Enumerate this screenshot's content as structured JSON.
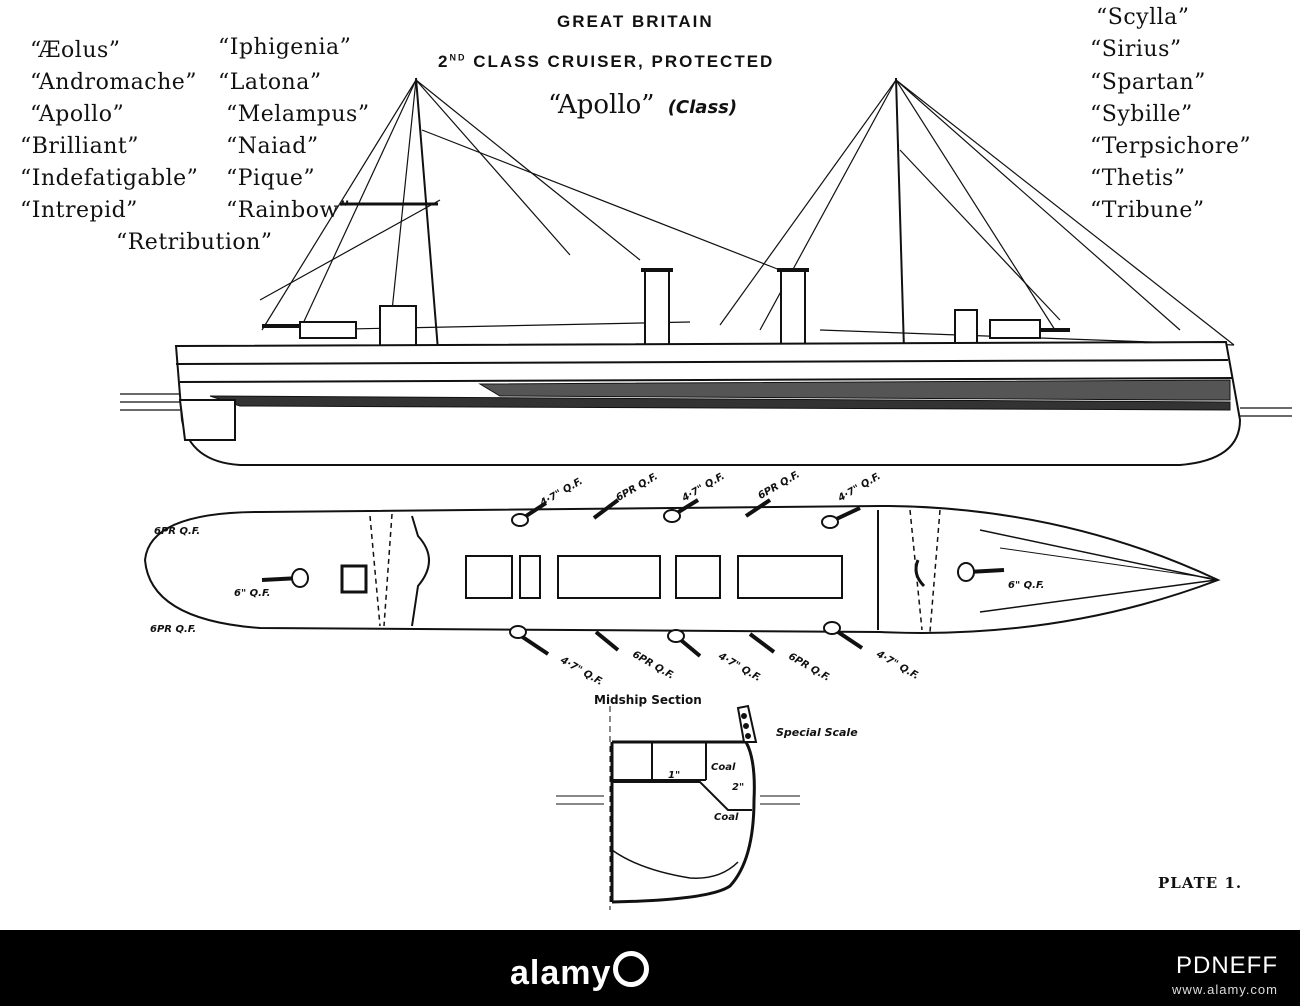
{
  "header": {
    "country": "GREAT BRITAIN",
    "class_sup": "ND",
    "class_num": "2",
    "class_rest": "CLASS CRUISER, PROTECTED",
    "class_name": "“Apollo”",
    "class_suffix": "(Class)"
  },
  "ships_left_col1": [
    "“Æolus”",
    "“Andromache”",
    "“Apollo”",
    "“Brilliant”",
    "“Indefatigable”",
    "“Intrepid”"
  ],
  "ships_left_col2": [
    "“Iphigenia”",
    "“Latona”",
    "“Melampus”",
    "“Naiad”",
    "“Pique”",
    "“Rainbow”"
  ],
  "ships_left_bottom": "“Retribution”",
  "ships_right": [
    "“Scylla”",
    "“Sirius”",
    "“Spartan”",
    "“Sybille”",
    "“Terpsichore”",
    "“Thetis”",
    "“Tribune”"
  ],
  "guns": {
    "top": [
      "4·7\" Q.F.",
      "6PR Q.F.",
      "4·7\" Q.F.",
      "6PR Q.F.",
      "4·7\" Q.F."
    ],
    "bottom": [
      "4·7\" Q.F.",
      "6PR Q.F.",
      "4·7\" Q.F.",
      "6PR Q.F.",
      "4·7\" Q.F."
    ],
    "bow_upper": "6PR Q.F.",
    "bow_lower": "6PR Q.F.",
    "bow_main": "6\" Q.F.",
    "stern_main": "6\" Q.F."
  },
  "section": {
    "title": "Midship Section",
    "scale": "Special Scale",
    "coal_upper": "Coal",
    "coal_lower": "Coal",
    "armor_1": "1\"",
    "armor_2": "2\""
  },
  "plate_label": "PLATE 1.",
  "footer": {
    "brand": "alamy",
    "code": "PDNEFF",
    "site": "www.alamy.com"
  }
}
